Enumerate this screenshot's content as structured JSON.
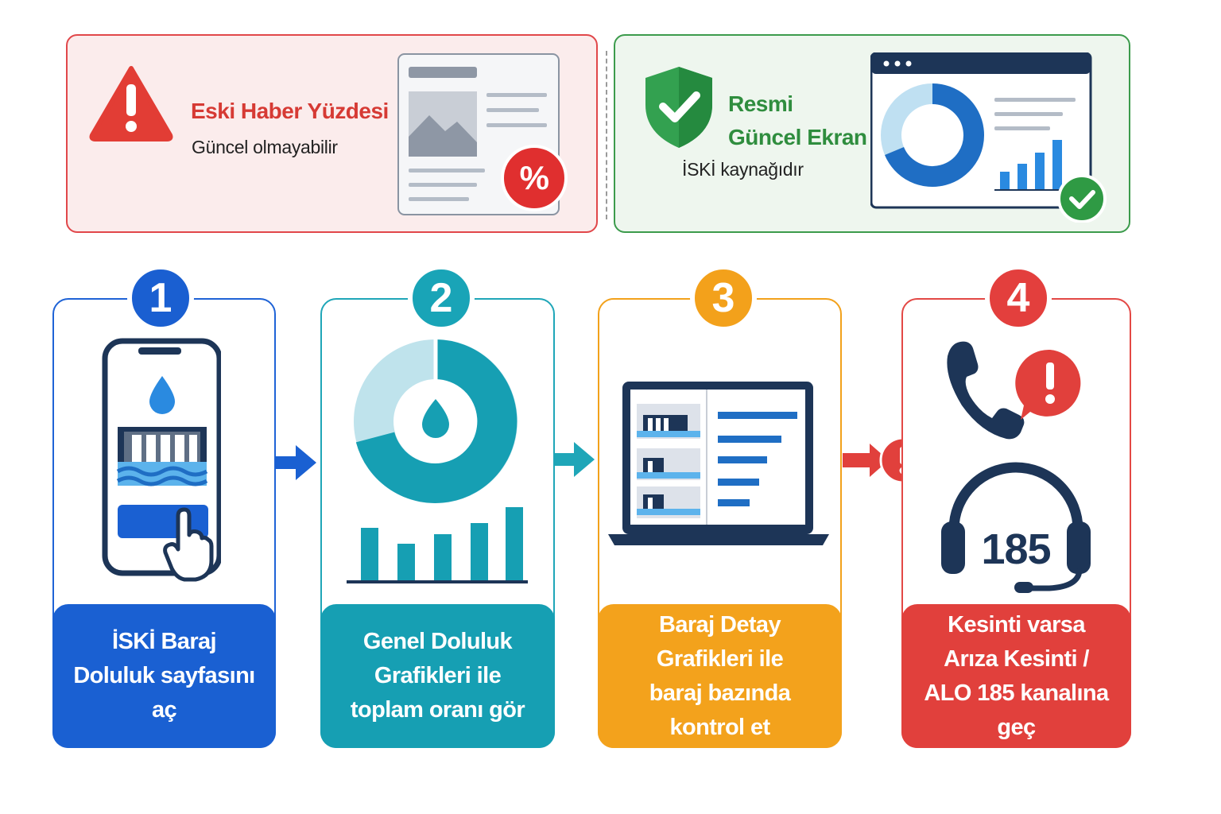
{
  "comparison": {
    "old_source": {
      "title": "Eski Haber Yüzdesi",
      "subtitle": "Güncel olmayabilir",
      "badge_symbol": "%",
      "color": "#d63a34"
    },
    "official_source": {
      "title_line1": "Resmi",
      "title_line2": "Güncel Ekran",
      "subtitle": "İSKİ kaynağıdır",
      "color": "#2f8d3e"
    }
  },
  "steps": [
    {
      "number": "1",
      "lines": [
        "İSKİ Baraj",
        "Doluluk sayfasını aç"
      ],
      "color": "#1a60d2",
      "icon": "phone-dam-tap-icon"
    },
    {
      "number": "2",
      "lines": [
        "Genel Doluluk",
        "Grafikleri ile",
        "toplam oranı gör"
      ],
      "color": "#169fb3",
      "icon": "donut-bar-chart-icon"
    },
    {
      "number": "3",
      "lines": [
        "Baraj Detay",
        "Grafikleri ile",
        "baraj bazında",
        "kontrol et"
      ],
      "color": "#f3a21c",
      "icon": "laptop-dam-list-icon"
    },
    {
      "number": "4",
      "lines": [
        "Kesinti varsa",
        "Arıza Kesinti /",
        "ALO 185 kanalına geç"
      ],
      "color": "#e1403c",
      "icon": "phone-headset-icon",
      "hotline": "185"
    }
  ]
}
